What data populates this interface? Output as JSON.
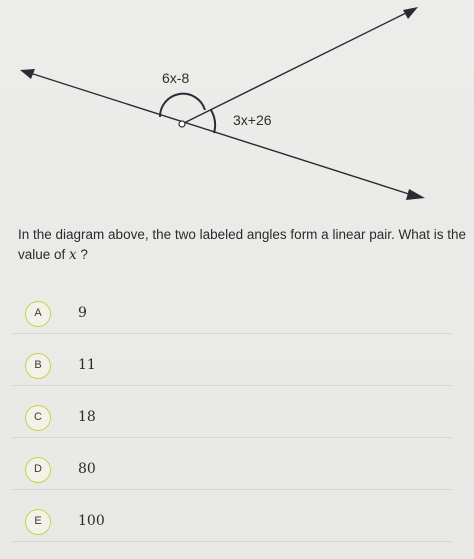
{
  "diagram": {
    "angle_top_label": "6x-8",
    "angle_right_label": "3x+26"
  },
  "question": {
    "text_before": "In the diagram above, the two labeled angles form a linear pair. What is the value of ",
    "variable": "x",
    "text_after": " ?"
  },
  "options": [
    {
      "letter": "A",
      "value": "9"
    },
    {
      "letter": "B",
      "value": "11"
    },
    {
      "letter": "C",
      "value": "18"
    },
    {
      "letter": "D",
      "value": "80"
    },
    {
      "letter": "E",
      "value": "100"
    }
  ],
  "colors": {
    "badge_border": "#c9d24a",
    "line": "#2b2b33",
    "background": "#ebebe8"
  }
}
